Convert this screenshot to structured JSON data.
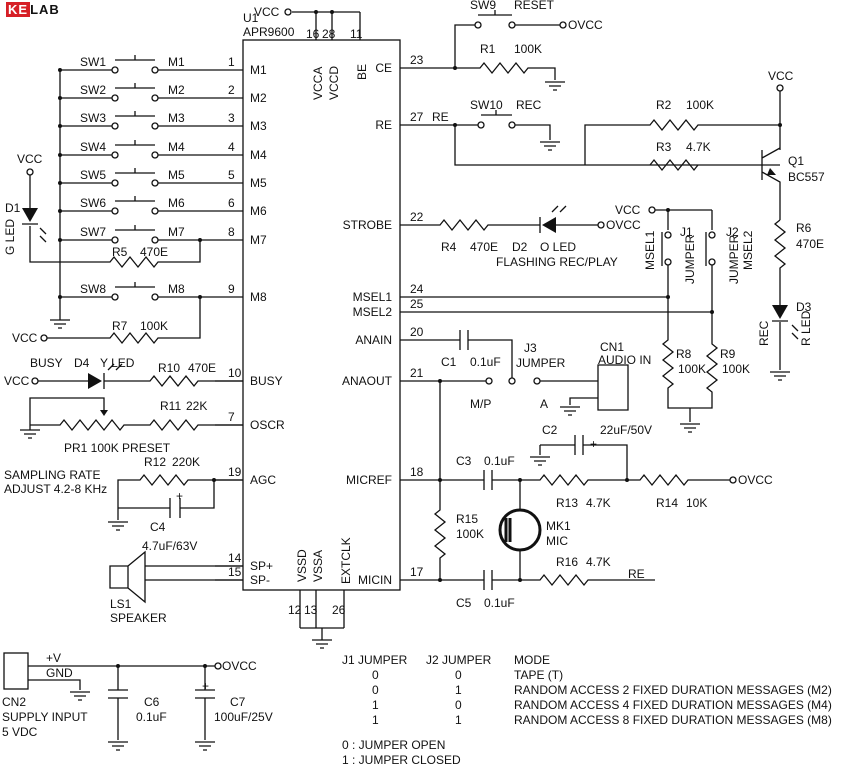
{
  "brand": {
    "prefix": "KE",
    "suffix": "LAB"
  },
  "ic": {
    "ref": "U1",
    "part": "APR9600",
    "vcca": "VCCA",
    "vccd": "VCCD",
    "be": "BE",
    "vssd": "VSSD",
    "vssa": "VSSA",
    "extclk": "EXTCLK"
  },
  "left_pins": [
    {
      "num": "1",
      "name": "M1"
    },
    {
      "num": "2",
      "name": "M2"
    },
    {
      "num": "3",
      "name": "M3"
    },
    {
      "num": "4",
      "name": "M4"
    },
    {
      "num": "5",
      "name": "M5"
    },
    {
      "num": "6",
      "name": "M6"
    },
    {
      "num": "8",
      "name": "M7"
    },
    {
      "num": "9",
      "name": "M8"
    },
    {
      "num": "10",
      "name": "BUSY"
    },
    {
      "num": "7",
      "name": "OSCR"
    },
    {
      "num": "19",
      "name": "AGC"
    },
    {
      "num": "14",
      "name": "SP+"
    },
    {
      "num": "15",
      "name": "SP-"
    }
  ],
  "right_pins": [
    {
      "num": "23",
      "name": "CE"
    },
    {
      "num": "27",
      "name": "RE"
    },
    {
      "num": "22",
      "name": "STROBE"
    },
    {
      "num": "24",
      "name": "MSEL1"
    },
    {
      "num": "25",
      "name": "MSEL2"
    },
    {
      "num": "20",
      "name": "ANAIN"
    },
    {
      "num": "21",
      "name": "ANAOUT"
    },
    {
      "num": "18",
      "name": "MICREF"
    },
    {
      "num": "17",
      "name": "MICIN"
    }
  ],
  "top_pins": [
    "16",
    "28",
    "11"
  ],
  "bottom_pins": [
    "12",
    "13",
    "26"
  ],
  "switches": [
    {
      "ref": "SW1",
      "net": "M1"
    },
    {
      "ref": "SW2",
      "net": "M2"
    },
    {
      "ref": "SW3",
      "net": "M3"
    },
    {
      "ref": "SW4",
      "net": "M4"
    },
    {
      "ref": "SW5",
      "net": "M5"
    },
    {
      "ref": "SW6",
      "net": "M6"
    },
    {
      "ref": "SW7",
      "net": "M7"
    },
    {
      "ref": "SW8",
      "net": "M8"
    }
  ],
  "vcc": "VCC",
  "ovcc": "OVCC",
  "labels": {
    "sw9": "SW9",
    "reset": "RESET",
    "r1": "R1",
    "r1v": "100K",
    "sw10": "SW10",
    "rec": "REC",
    "re_net": "RE",
    "r2": "R2",
    "r2v": "100K",
    "r3": "R3",
    "r3v": "4.7K",
    "q1": "Q1",
    "q1v": "BC557",
    "r6": "R6",
    "r6v": "470E",
    "d3": "D3",
    "d3rec": "REC",
    "d3v": "R LED",
    "d1": "D1",
    "d1v": "G LED",
    "r5": "R5",
    "r5v": "470E",
    "r7": "R7",
    "r7v": "100K",
    "busy": "BUSY",
    "d4": "D4",
    "d4v": "Y LED",
    "r10": "R10",
    "r10v": "470E",
    "r11": "R11",
    "r11v": "22K",
    "pr1": "PR1 100K PRESET",
    "samp1": "SAMPLING RATE",
    "samp2": "ADJUST 4.2-8 KHz",
    "r12": "R12",
    "r12v": "220K",
    "c4": "C4",
    "c4v": "4.7uF/63V",
    "plus": "+",
    "ls1": "LS1",
    "speaker": "SPEAKER",
    "r4": "R4",
    "r4v": "470E",
    "d2": "D2",
    "d2v": "O LED",
    "flash": "FLASHING REC/PLAY",
    "j1": "J1",
    "j1v": "JUMPER",
    "msel1": "MSEL1",
    "j2": "J2",
    "j2v": "JUMPER",
    "msel2": "MSEL2",
    "r8": "R8",
    "r8v": "100K",
    "r9": "R9",
    "r9v": "100K",
    "c1": "C1",
    "c1v": "0.1uF",
    "j3": "J3",
    "j3v": "JUMPER",
    "mp": "M/P",
    "a": "A",
    "cn1": "CN1",
    "cn1v": "AUDIO IN",
    "c2": "C2",
    "c2v": "22uF/50V",
    "c3": "C3",
    "c3v": "0.1uF",
    "r13": "R13",
    "r13v": "4.7K",
    "r14": "R14",
    "r14v": "10K",
    "r15": "R15",
    "r15v": "100K",
    "mk1": "MK1",
    "mic": "MIC",
    "r16": "R16",
    "r16v": "4.7K",
    "c5": "C5",
    "c5v": "0.1uF",
    "pv": "+V",
    "gnd": "GND",
    "cn2": "CN2",
    "cn2v": "SUPPLY INPUT",
    "cn2v2": "5 VDC",
    "c6": "C6",
    "c6v": "0.1uF",
    "c7": "C7",
    "c7v": "100uF/25V"
  },
  "mode_table": {
    "headers": [
      "J1 JUMPER",
      "J2 JUMPER",
      "MODE"
    ],
    "rows": [
      [
        "0",
        "0",
        "TAPE (T)"
      ],
      [
        "0",
        "1",
        "RANDOM ACCESS 2 FIXED DURATION MESSAGES (M2)"
      ],
      [
        "1",
        "0",
        "RANDOM ACCESS 4 FIXED DURATION MESSAGES (M4)"
      ],
      [
        "1",
        "1",
        "RANDOM ACCESS 8 FIXED DURATION MESSAGES (M8)"
      ]
    ],
    "legend": [
      "0 : JUMPER OPEN",
      "1 : JUMPER CLOSED"
    ]
  }
}
